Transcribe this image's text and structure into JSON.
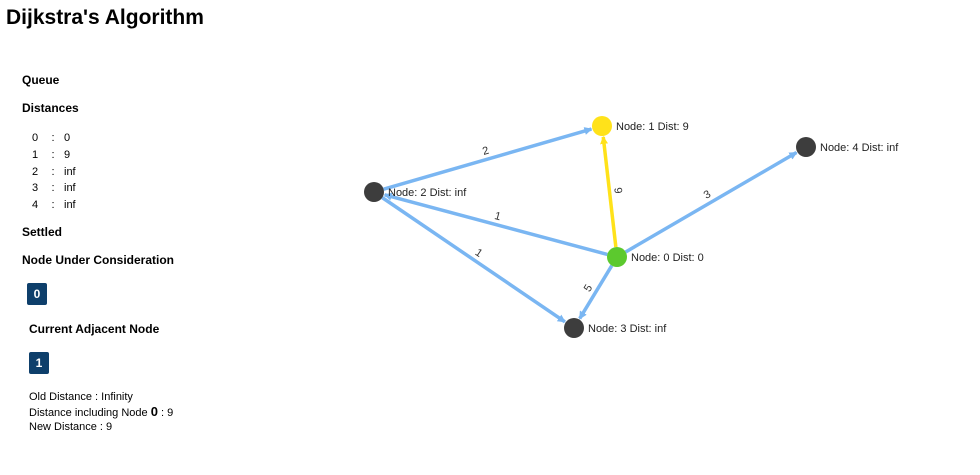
{
  "title": "Dijkstra's Algorithm",
  "labels": {
    "queue": "Queue",
    "distances": "Distances",
    "settled": "Settled",
    "node_under_consideration": "Node Under Consideration",
    "current_adjacent_node": "Current Adjacent Node"
  },
  "distances": [
    {
      "node": "0",
      "sep": ":",
      "value": "0"
    },
    {
      "node": "1",
      "sep": ":",
      "value": "9"
    },
    {
      "node": "2",
      "sep": ":",
      "value": "inf"
    },
    {
      "node": "3",
      "sep": ":",
      "value": "inf"
    },
    {
      "node": "4",
      "sep": ":",
      "value": "inf"
    }
  ],
  "current_node": "0",
  "adjacent_node": "1",
  "info": {
    "old_distance": "Old Distance : Infinity",
    "distance_including_prefix": "Distance including Node",
    "distance_including_node": "0",
    "distance_including_suffix": " : 9",
    "new_distance": "New Distance : 9"
  },
  "graph": {
    "colors": {
      "edge": "#7ab6f2",
      "active_edge": "#ffe21a",
      "node_default": "#3d3d3d",
      "node_source": "#5cc92e",
      "node_target": "#ffe21a"
    },
    "nodes": [
      {
        "id": "0",
        "label": "Node: 0 Dist: 0",
        "state": "source"
      },
      {
        "id": "1",
        "label": "Node: 1 Dist: 9",
        "state": "target"
      },
      {
        "id": "2",
        "label": "Node: 2 Dist: inf",
        "state": "default"
      },
      {
        "id": "3",
        "label": "Node: 3 Dist: inf",
        "state": "default"
      },
      {
        "id": "4",
        "label": "Node: 4 Dist: inf",
        "state": "default"
      }
    ],
    "edges": [
      {
        "from": "2",
        "to": "1",
        "weight": "2",
        "active": false
      },
      {
        "from": "0",
        "to": "2",
        "weight": "1",
        "active": false
      },
      {
        "from": "2",
        "to": "3",
        "weight": "1",
        "active": false
      },
      {
        "from": "0",
        "to": "1",
        "weight": "9",
        "active": true
      },
      {
        "from": "0",
        "to": "4",
        "weight": "3",
        "active": false
      },
      {
        "from": "0",
        "to": "3",
        "weight": "5",
        "active": false
      }
    ]
  }
}
